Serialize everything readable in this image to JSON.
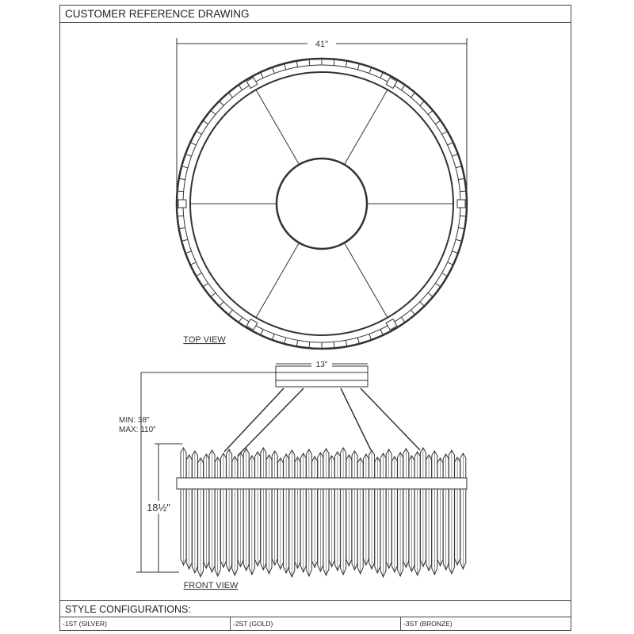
{
  "title": "CUSTOMER REFERENCE DRAWING",
  "top_view": {
    "label": "TOP VIEW",
    "width_dim": "41\""
  },
  "front_view": {
    "label": "FRONT VIEW",
    "canopy_dim": "13\"",
    "min_height": "MIN: 38\"",
    "max_height": "MAX: 110\"",
    "body_height": "18½\""
  },
  "style_configurations": {
    "heading": "STYLE CONFIGURATIONS:",
    "options": [
      "-1ST (SILVER)",
      "-2ST (GOLD)",
      "-3ST (BRONZE)"
    ]
  }
}
